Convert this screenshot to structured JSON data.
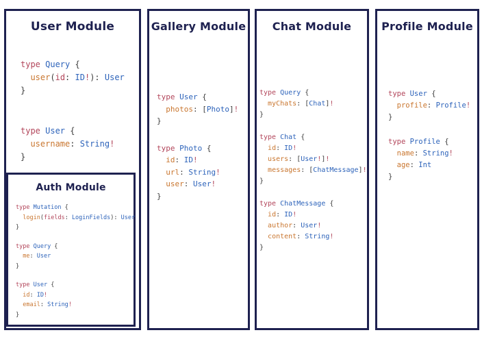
{
  "colors": {
    "navy": "#1e2150",
    "keyword": "#b2455a",
    "type": "#2d63ba",
    "field": "#c9762f",
    "punct": "#3d3d3d"
  },
  "modules": [
    {
      "title": "User Module",
      "blocks": [
        [
          [
            [
              "type ",
              "k"
            ],
            [
              "Query",
              "t"
            ],
            [
              " {",
              "p"
            ]
          ],
          [
            [
              "  ",
              "p"
            ],
            [
              "user",
              "f"
            ],
            [
              "(",
              "p"
            ],
            [
              "id",
              "k"
            ],
            [
              ": ",
              "p"
            ],
            [
              "ID",
              "t"
            ],
            [
              "!",
              "k"
            ],
            [
              "): ",
              "p"
            ],
            [
              "User",
              "t"
            ]
          ],
          [
            [
              "}",
              "p"
            ]
          ]
        ],
        [
          [
            [
              "type ",
              "k"
            ],
            [
              "User",
              "t"
            ],
            [
              " {",
              "p"
            ]
          ],
          [
            [
              "  ",
              "p"
            ],
            [
              "username",
              "f"
            ],
            [
              ": ",
              "p"
            ],
            [
              "String",
              "t"
            ],
            [
              "!",
              "k"
            ]
          ],
          [
            [
              "}",
              "p"
            ]
          ]
        ]
      ],
      "submodule": {
        "title": "Auth Module",
        "blocks": [
          [
            [
              [
                "type ",
                "k"
              ],
              [
                "Mutation",
                "t"
              ],
              [
                " {",
                "p"
              ]
            ],
            [
              [
                "  ",
                "p"
              ],
              [
                "login",
                "f"
              ],
              [
                "(",
                "p"
              ],
              [
                "fields",
                "k"
              ],
              [
                ": ",
                "p"
              ],
              [
                "LoginFields",
                "t"
              ],
              [
                "): ",
                "p"
              ],
              [
                "User",
                "t"
              ]
            ],
            [
              [
                "}",
                "p"
              ]
            ]
          ],
          [
            [
              [
                "type ",
                "k"
              ],
              [
                "Query",
                "t"
              ],
              [
                " {",
                "p"
              ]
            ],
            [
              [
                "  ",
                "p"
              ],
              [
                "me",
                "f"
              ],
              [
                ": ",
                "p"
              ],
              [
                "User",
                "t"
              ]
            ],
            [
              [
                "}",
                "p"
              ]
            ]
          ],
          [
            [
              [
                "type ",
                "k"
              ],
              [
                "User",
                "t"
              ],
              [
                " {",
                "p"
              ]
            ],
            [
              [
                "  ",
                "p"
              ],
              [
                "id",
                "f"
              ],
              [
                ": ",
                "p"
              ],
              [
                "ID",
                "t"
              ],
              [
                "!",
                "k"
              ]
            ],
            [
              [
                "  ",
                "p"
              ],
              [
                "email",
                "f"
              ],
              [
                ": ",
                "p"
              ],
              [
                "String",
                "t"
              ],
              [
                "!",
                "k"
              ]
            ],
            [
              [
                "}",
                "p"
              ]
            ]
          ]
        ]
      }
    },
    {
      "title": "Gallery Module",
      "blocks": [
        [
          [
            [
              "type ",
              "k"
            ],
            [
              "User",
              "t"
            ],
            [
              " {",
              "p"
            ]
          ],
          [
            [
              "  ",
              "p"
            ],
            [
              "photos",
              "f"
            ],
            [
              ": ",
              "p"
            ],
            [
              "[",
              "p"
            ],
            [
              "Photo",
              "t"
            ],
            [
              "]",
              "p"
            ],
            [
              "!",
              "k"
            ]
          ],
          [
            [
              "}",
              "p"
            ]
          ]
        ],
        [
          [
            [
              "type ",
              "k"
            ],
            [
              "Photo",
              "t"
            ],
            [
              " {",
              "p"
            ]
          ],
          [
            [
              "  ",
              "p"
            ],
            [
              "id",
              "f"
            ],
            [
              ": ",
              "p"
            ],
            [
              "ID",
              "t"
            ],
            [
              "!",
              "k"
            ]
          ],
          [
            [
              "  ",
              "p"
            ],
            [
              "url",
              "f"
            ],
            [
              ": ",
              "p"
            ],
            [
              "String",
              "t"
            ],
            [
              "!",
              "k"
            ]
          ],
          [
            [
              "  ",
              "p"
            ],
            [
              "user",
              "f"
            ],
            [
              ": ",
              "p"
            ],
            [
              "User",
              "t"
            ],
            [
              "!",
              "k"
            ]
          ],
          [
            [
              "}",
              "p"
            ]
          ]
        ]
      ]
    },
    {
      "title": "Chat Module",
      "blocks": [
        [
          [
            [
              "type ",
              "k"
            ],
            [
              "Query",
              "t"
            ],
            [
              " {",
              "p"
            ]
          ],
          [
            [
              "  ",
              "p"
            ],
            [
              "myChats",
              "f"
            ],
            [
              ": ",
              "p"
            ],
            [
              "[",
              "p"
            ],
            [
              "Chat",
              "t"
            ],
            [
              "]",
              "p"
            ],
            [
              "!",
              "k"
            ]
          ],
          [
            [
              "}",
              "p"
            ]
          ]
        ],
        [
          [
            [
              "type ",
              "k"
            ],
            [
              "Chat",
              "t"
            ],
            [
              " {",
              "p"
            ]
          ],
          [
            [
              "  ",
              "p"
            ],
            [
              "id",
              "f"
            ],
            [
              ": ",
              "p"
            ],
            [
              "ID",
              "t"
            ],
            [
              "!",
              "k"
            ]
          ],
          [
            [
              "  ",
              "p"
            ],
            [
              "users",
              "f"
            ],
            [
              ": ",
              "p"
            ],
            [
              "[",
              "p"
            ],
            [
              "User",
              "t"
            ],
            [
              "!",
              "k"
            ],
            [
              "]",
              "p"
            ],
            [
              "!",
              "k"
            ]
          ],
          [
            [
              "  ",
              "p"
            ],
            [
              "messages",
              "f"
            ],
            [
              ": ",
              "p"
            ],
            [
              "[",
              "p"
            ],
            [
              "ChatMessage",
              "t"
            ],
            [
              "]",
              "p"
            ],
            [
              "!",
              "k"
            ]
          ],
          [
            [
              "}",
              "p"
            ]
          ]
        ],
        [
          [
            [
              "type ",
              "k"
            ],
            [
              "ChatMessage",
              "t"
            ],
            [
              " {",
              "p"
            ]
          ],
          [
            [
              "  ",
              "p"
            ],
            [
              "id",
              "f"
            ],
            [
              ": ",
              "p"
            ],
            [
              "ID",
              "t"
            ],
            [
              "!",
              "k"
            ]
          ],
          [
            [
              "  ",
              "p"
            ],
            [
              "author",
              "f"
            ],
            [
              ": ",
              "p"
            ],
            [
              "User",
              "t"
            ],
            [
              "!",
              "k"
            ]
          ],
          [
            [
              "  ",
              "p"
            ],
            [
              "content",
              "f"
            ],
            [
              ": ",
              "p"
            ],
            [
              "String",
              "t"
            ],
            [
              "!",
              "k"
            ]
          ],
          [
            [
              "}",
              "p"
            ]
          ]
        ]
      ]
    },
    {
      "title": "Profile Module",
      "blocks": [
        [
          [
            [
              "type ",
              "k"
            ],
            [
              "User",
              "t"
            ],
            [
              " {",
              "p"
            ]
          ],
          [
            [
              "  ",
              "p"
            ],
            [
              "profile",
              "f"
            ],
            [
              ": ",
              "p"
            ],
            [
              "Profile",
              "t"
            ],
            [
              "!",
              "k"
            ]
          ],
          [
            [
              "}",
              "p"
            ]
          ]
        ],
        [
          [
            [
              "type ",
              "k"
            ],
            [
              "Profile",
              "t"
            ],
            [
              " {",
              "p"
            ]
          ],
          [
            [
              "  ",
              "p"
            ],
            [
              "name",
              "f"
            ],
            [
              ": ",
              "p"
            ],
            [
              "String",
              "t"
            ],
            [
              "!",
              "k"
            ]
          ],
          [
            [
              "  ",
              "p"
            ],
            [
              "age",
              "f"
            ],
            [
              ": ",
              "p"
            ],
            [
              "Int",
              "t"
            ]
          ],
          [
            [
              "}",
              "p"
            ]
          ]
        ]
      ]
    }
  ]
}
